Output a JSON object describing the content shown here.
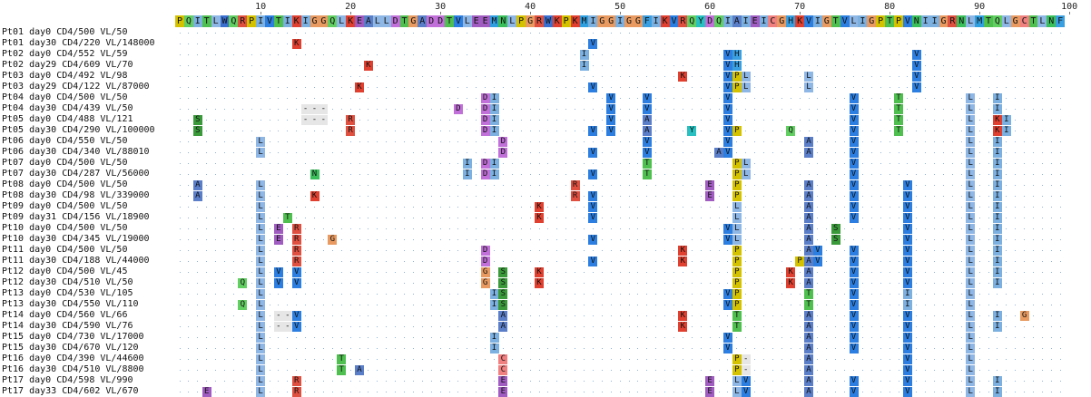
{
  "reference": {
    "name": "",
    "sequence": "PQITLWQRPIVTIKIGGQLKEALLDTGADDTVLEEMNLPGRWKPKMIGGIGGFIKVRQYDQIAIEICGHKVIGTVLIGPTPVNIIGRNLMTQLGCTLNF"
  },
  "ruler": {
    "ticks": [
      10,
      20,
      30,
      40,
      50,
      60,
      70,
      80,
      90,
      100
    ]
  },
  "colors": {
    "P": "#d4c200",
    "Q": "#62cf62",
    "I": "#7bb0e0",
    "T": "#4fbf4f",
    "L": "#8fb7e6",
    "W": "#3a6fd0",
    "R": "#e05040",
    "V": "#2c7fe0",
    "K": "#e04030",
    "G": "#e89a60",
    "E": "#a05cc0",
    "A": "#5a7ec8",
    "D": "#c070d8",
    "M": "#2f9fe0",
    "N": "#3abf5a",
    "C": "#f08080",
    "H": "#3a9fe0",
    "F": "#3a9fe0",
    "Y": "#28c0c0",
    "S": "#3a9a3a",
    "-": "#e6e6e6"
  },
  "rows": [
    {
      "label": "Pt01 day0 CD4/500 VL/50",
      "cells": {}
    },
    {
      "label": "Pt01 day30 CD4/220 VL/148000",
      "cells": {
        "14": "K",
        "47": "V"
      }
    },
    {
      "label": "Pt02 day0 CD4/552 VL/59",
      "cells": {
        "46": "I",
        "62": "V",
        "63": "H",
        "83": "V"
      }
    },
    {
      "label": "Pt02 day29 CD4/609 VL/70",
      "cells": {
        "22": "K",
        "46": "I",
        "62": "V",
        "63": "H",
        "83": "V"
      }
    },
    {
      "label": "Pt03 day0 CD4/492 VL/98",
      "cells": {
        "57": "K",
        "62": "V",
        "63": "P",
        "64": "L",
        "71": "L",
        "83": "V"
      }
    },
    {
      "label": "Pt03 day29 CD4/122 VL/87000",
      "cells": {
        "21": "K",
        "47": "V",
        "62": "V",
        "63": "P",
        "64": "L",
        "71": "L",
        "83": "V"
      }
    },
    {
      "label": "Pt04 day0 CD4/500 VL/50",
      "cells": {
        "35": "D",
        "36": "I",
        "49": "V",
        "53": "V",
        "62": "V",
        "76": "V",
        "81": "T",
        "89": "L",
        "92": "I"
      }
    },
    {
      "label": "Pt04 day30 CD4/439 VL/50",
      "cells": {
        "15": "-",
        "16": "-",
        "17": "-",
        "32": "D",
        "35": "D",
        "36": "I",
        "49": "V",
        "53": "V",
        "62": "V",
        "76": "V",
        "81": "T",
        "89": "L",
        "92": "I"
      }
    },
    {
      "label": "Pt05 day0 CD4/488 VL/121",
      "cells": {
        "3": "S",
        "15": "-",
        "16": "-",
        "17": "-",
        "20": "R",
        "35": "D",
        "36": "I",
        "49": "V",
        "53": "A",
        "62": "V",
        "76": "V",
        "81": "T",
        "89": "L",
        "92": "K",
        "93": "I"
      }
    },
    {
      "label": "Pt05 day30 CD4/290 VL/100000",
      "cells": {
        "3": "S",
        "20": "R",
        "35": "D",
        "36": "I",
        "47": "V",
        "49": "V",
        "53": "A",
        "58": "Y",
        "62": "V",
        "63": "P",
        "69": "Q",
        "76": "V",
        "81": "T",
        "89": "L",
        "92": "K",
        "93": "I"
      }
    },
    {
      "label": "Pt06 day0 CD4/550 VL/50",
      "cells": {
        "10": "L",
        "37": "D",
        "53": "V",
        "62": "V",
        "71": "A",
        "76": "V",
        "89": "L",
        "92": "I"
      }
    },
    {
      "label": "Pt06 day30 CD4/340 VL/88010",
      "cells": {
        "10": "L",
        "37": "D",
        "47": "V",
        "53": "V",
        "61": "A",
        "62": "V",
        "71": "A",
        "76": "V",
        "89": "L",
        "92": "I"
      }
    },
    {
      "label": "Pt07 day0 CD4/500 VL/50",
      "cells": {
        "33": "I",
        "35": "D",
        "36": "I",
        "53": "T",
        "63": "P",
        "64": "L",
        "76": "V",
        "89": "L",
        "92": "I"
      }
    },
    {
      "label": "Pt07 day30 CD4/287 VL/56000",
      "cells": {
        "16": "N",
        "33": "I",
        "35": "D",
        "36": "I",
        "47": "V",
        "53": "T",
        "63": "P",
        "64": "L",
        "76": "V",
        "89": "L",
        "92": "I"
      }
    },
    {
      "label": "Pt08 day0 CD4/500 VL/50",
      "cells": {
        "3": "A",
        "10": "L",
        "45": "R",
        "60": "E",
        "63": "P",
        "71": "A",
        "76": "V",
        "82": "V",
        "89": "L",
        "92": "I"
      }
    },
    {
      "label": "Pt08 day30 CD4/98 VL/339000",
      "cells": {
        "3": "A",
        "10": "L",
        "16": "K",
        "45": "R",
        "47": "V",
        "60": "E",
        "63": "P",
        "71": "A",
        "76": "V",
        "82": "V",
        "89": "L",
        "92": "I"
      }
    },
    {
      "label": "Pt09 day0 CD4/500 VL/50",
      "cells": {
        "10": "L",
        "41": "K",
        "47": "V",
        "63": "L",
        "71": "A",
        "76": "V",
        "82": "V",
        "89": "L",
        "92": "I"
      }
    },
    {
      "label": "Pt09 day31 CD4/156 VL/18900",
      "cells": {
        "10": "L",
        "13": "T",
        "41": "K",
        "47": "V",
        "63": "L",
        "71": "A",
        "76": "V",
        "82": "V",
        "89": "L",
        "92": "I"
      }
    },
    {
      "label": "Pt10 day0 CD4/500 VL/50",
      "cells": {
        "10": "L",
        "12": "E",
        "14": "R",
        "62": "V",
        "63": "L",
        "71": "A",
        "74": "S",
        "82": "V",
        "89": "L",
        "92": "I"
      }
    },
    {
      "label": "Pt10 day30 CD4/345 VL/19000",
      "cells": {
        "10": "L",
        "12": "E",
        "14": "R",
        "18": "G",
        "47": "V",
        "62": "V",
        "63": "L",
        "71": "A",
        "74": "S",
        "82": "V",
        "89": "L",
        "92": "I"
      }
    },
    {
      "label": "Pt11 day0 CD4/500 VL/50",
      "cells": {
        "10": "L",
        "14": "R",
        "35": "D",
        "57": "K",
        "63": "P",
        "71": "A",
        "72": "V",
        "76": "V",
        "82": "V",
        "89": "L",
        "92": "I"
      }
    },
    {
      "label": "Pt11 day30 CD4/188 VL/44000",
      "cells": {
        "10": "L",
        "14": "R",
        "35": "D",
        "47": "V",
        "57": "K",
        "63": "P",
        "70": "P",
        "71": "A",
        "72": "V",
        "76": "V",
        "82": "V",
        "89": "L",
        "92": "I"
      }
    },
    {
      "label": "Pt12 day0 CD4/500 VL/45",
      "cells": {
        "10": "L",
        "12": "V",
        "14": "V",
        "35": "G",
        "37": "S",
        "41": "K",
        "63": "P",
        "69": "K",
        "71": "A",
        "76": "V",
        "82": "V",
        "89": "L",
        "92": "I"
      }
    },
    {
      "label": "Pt12 day30 CD4/510 VL/50",
      "cells": {
        "8": "Q",
        "10": "L",
        "12": "V",
        "14": "V",
        "35": "G",
        "37": "S",
        "41": "K",
        "63": "P",
        "69": "K",
        "71": "A",
        "76": "V",
        "82": "V",
        "89": "L",
        "92": "I"
      }
    },
    {
      "label": "Pt13 day0 CD4/530 VL/105",
      "cells": {
        "10": "L",
        "36": "I",
        "37": "S",
        "62": "V",
        "63": "P",
        "71": "T",
        "76": "V",
        "82": "I",
        "89": "L"
      }
    },
    {
      "label": "Pt13 day30 CD4/550 VL/110",
      "cells": {
        "8": "Q",
        "10": "L",
        "36": "I",
        "37": "S",
        "62": "V",
        "63": "P",
        "71": "T",
        "76": "V",
        "82": "I",
        "89": "L"
      }
    },
    {
      "label": "Pt14 day0 CD4/560 VL/66",
      "cells": {
        "10": "L",
        "12": "-",
        "13": "-",
        "14": "V",
        "37": "A",
        "57": "K",
        "63": "T",
        "71": "A",
        "76": "V",
        "82": "V",
        "89": "L",
        "92": "I",
        "95": "G"
      }
    },
    {
      "label": "Pt14 day30 CD4/590 VL/76",
      "cells": {
        "10": "L",
        "12": "-",
        "13": "-",
        "14": "V",
        "37": "A",
        "57": "K",
        "63": "T",
        "71": "A",
        "76": "V",
        "82": "V",
        "89": "L",
        "92": "I"
      }
    },
    {
      "label": "Pt15 day0 CD4/730 VL/17000",
      "cells": {
        "10": "L",
        "36": "I",
        "62": "V",
        "71": "A",
        "76": "V",
        "82": "V",
        "89": "L"
      }
    },
    {
      "label": "Pt15 day30 CD4/670 VL/120",
      "cells": {
        "10": "L",
        "36": "I",
        "62": "V",
        "71": "A",
        "76": "V",
        "82": "V",
        "89": "L"
      }
    },
    {
      "label": "Pt16 day0 CD4/390 VL/44600",
      "cells": {
        "10": "L",
        "19": "T",
        "37": "C",
        "63": "P",
        "64": "-",
        "71": "A",
        "82": "V",
        "89": "L"
      }
    },
    {
      "label": "Pt16 day30 CD4/510 VL/8800",
      "cells": {
        "10": "L",
        "19": "T",
        "21": "A",
        "37": "C",
        "63": "P",
        "64": "-",
        "71": "A",
        "82": "V",
        "89": "L"
      }
    },
    {
      "label": "Pt17 day0 CD4/598 VL/990",
      "cells": {
        "10": "L",
        "14": "R",
        "37": "E",
        "60": "E",
        "63": "L",
        "64": "V",
        "71": "A",
        "76": "V",
        "82": "V",
        "89": "L",
        "92": "I"
      }
    },
    {
      "label": "Pt17 day33 CD4/602 VL/670",
      "cells": {
        "4": "E",
        "10": "L",
        "14": "R",
        "37": "E",
        "60": "E",
        "63": "L",
        "64": "V",
        "71": "A",
        "76": "V",
        "82": "V",
        "89": "L",
        "92": "I"
      }
    }
  ]
}
